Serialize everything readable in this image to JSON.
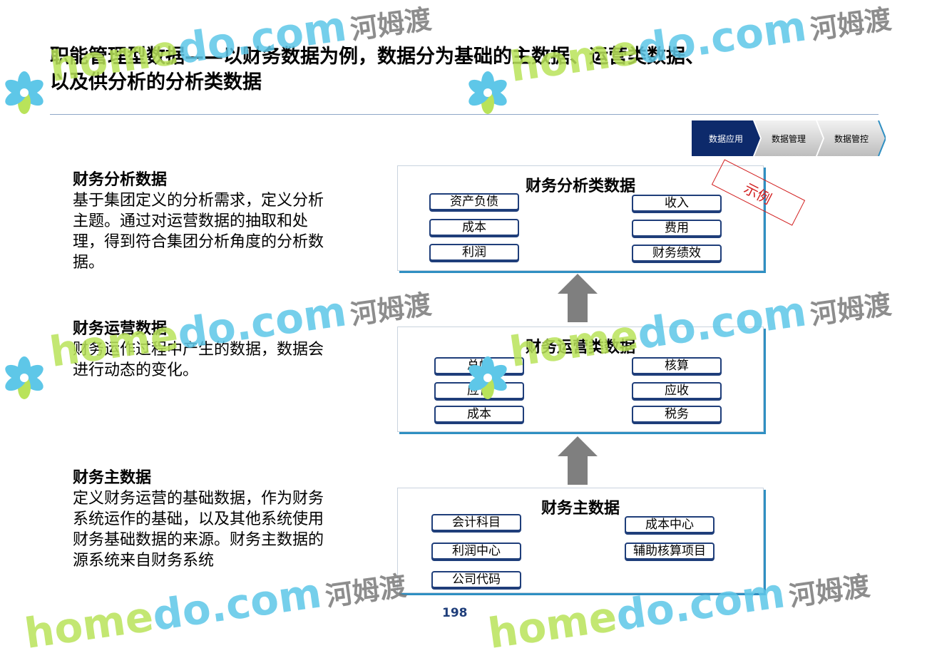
{
  "title": "职能管理型数据——以财务数据为例，数据分为基础的主数据、运营类数据、以及供分析的分析类数据",
  "breadcrumbs": [
    {
      "label": "数据应用",
      "active": true
    },
    {
      "label": "数据管理",
      "active": false
    },
    {
      "label": "数据管控",
      "active": false
    }
  ],
  "descriptions": {
    "analysis": {
      "heading": "财务分析数据",
      "text": "基于集团定义的分析需求，定义分析主题。通过对运营数据的抽取和处理，得到符合集团分析角度的分析数据。"
    },
    "operation": {
      "heading": "财务运营数据",
      "text": "财务运作过程中产生的数据，数据会进行动态的变化。"
    },
    "master": {
      "heading": "财务主数据",
      "text": "定义财务运营的基础数据，作为财务系统运作的基础，以及其他系统使用财务基础数据的来源。财务主数据的源系统来自财务系统"
    }
  },
  "panels": {
    "analysis": {
      "title": "财务分析类数据",
      "tags": [
        "资产负债",
        "收入",
        "成本",
        "费用",
        "利润",
        "财务绩效"
      ]
    },
    "operation": {
      "title": "财务运营类数据",
      "tags": [
        "总帐",
        "核算",
        "应付",
        "应收",
        "成本",
        "税务"
      ]
    },
    "master": {
      "title": "财务主数据",
      "tags": [
        "会计科目",
        "成本中心",
        "利润中心",
        "辅助核算项目",
        "公司代码"
      ]
    }
  },
  "stamp": "示例",
  "page_number": "198",
  "watermark": {
    "home": "home",
    "do": "do.com",
    "cn": "河姆渡"
  },
  "colors": {
    "navy": "#1f3e7a",
    "accent_blue": "#2f8fc2",
    "stamp_red": "#d22020",
    "arrow_gray": "#7f7f7f"
  }
}
